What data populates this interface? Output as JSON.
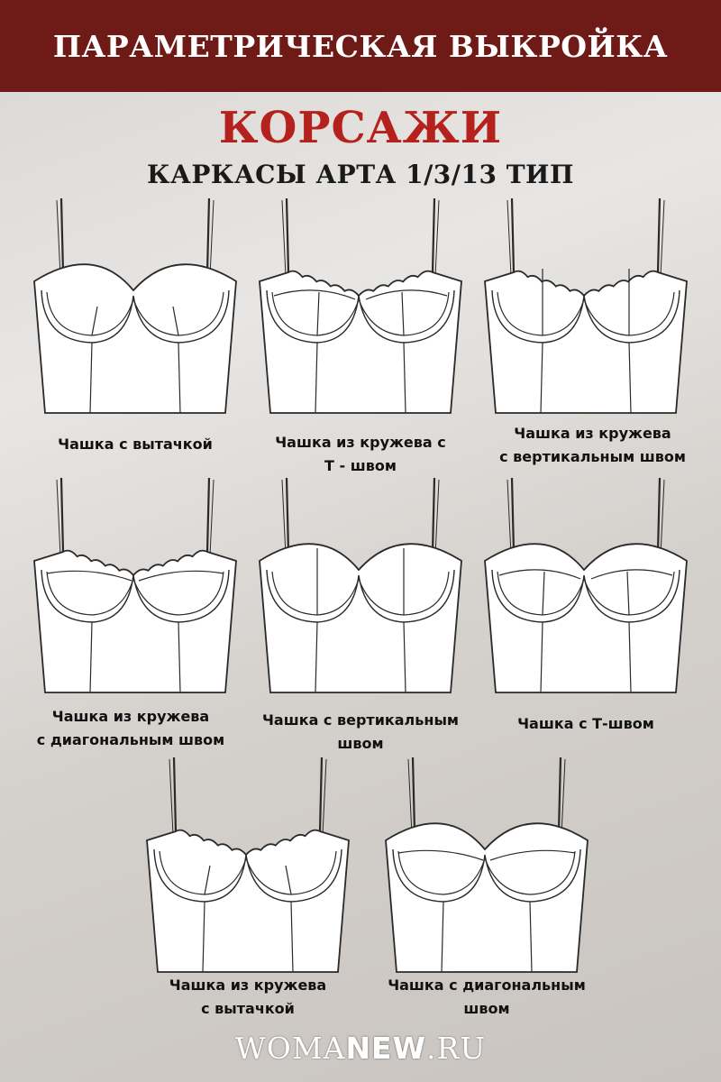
{
  "header": {
    "banner": "ПАРАМЕТРИЧЕСКАЯ ВЫКРОЙКА"
  },
  "title": "КОРСАЖИ",
  "subtitle": "КАРКАСЫ АРТА 1/3/13 ТИП",
  "items": [
    {
      "lines": [
        "Чашка с вытачкой"
      ],
      "variant": "dart"
    },
    {
      "lines": [
        "Чашка из кружева с",
        "Т - швом"
      ],
      "variant": "lace-t"
    },
    {
      "lines": [
        "Чашка из кружева",
        "с вертикальным швом"
      ],
      "variant": "lace-vertical"
    },
    {
      "lines": [
        "Чашка из кружева",
        "с диагональным швом"
      ],
      "variant": "lace-diagonal"
    },
    {
      "lines": [
        "Чашка с вертикальным",
        "швом"
      ],
      "variant": "vertical"
    },
    {
      "lines": [
        "Чашка с Т-швом"
      ],
      "variant": "t-seam"
    },
    {
      "lines": [
        "Чашка из кружева",
        "с вытачкой"
      ],
      "variant": "lace-dart"
    },
    {
      "lines": [
        "Чашка с диагональным",
        "швом"
      ],
      "variant": "diagonal"
    }
  ],
  "footer": {
    "logo_part1": "WOMA",
    "logo_part2": "NEW",
    "logo_part3": ".RU"
  },
  "colors": {
    "banner": "#6e1a17",
    "title": "#b5211c",
    "line": "#2a2a2a",
    "garment": "#ffffff"
  }
}
